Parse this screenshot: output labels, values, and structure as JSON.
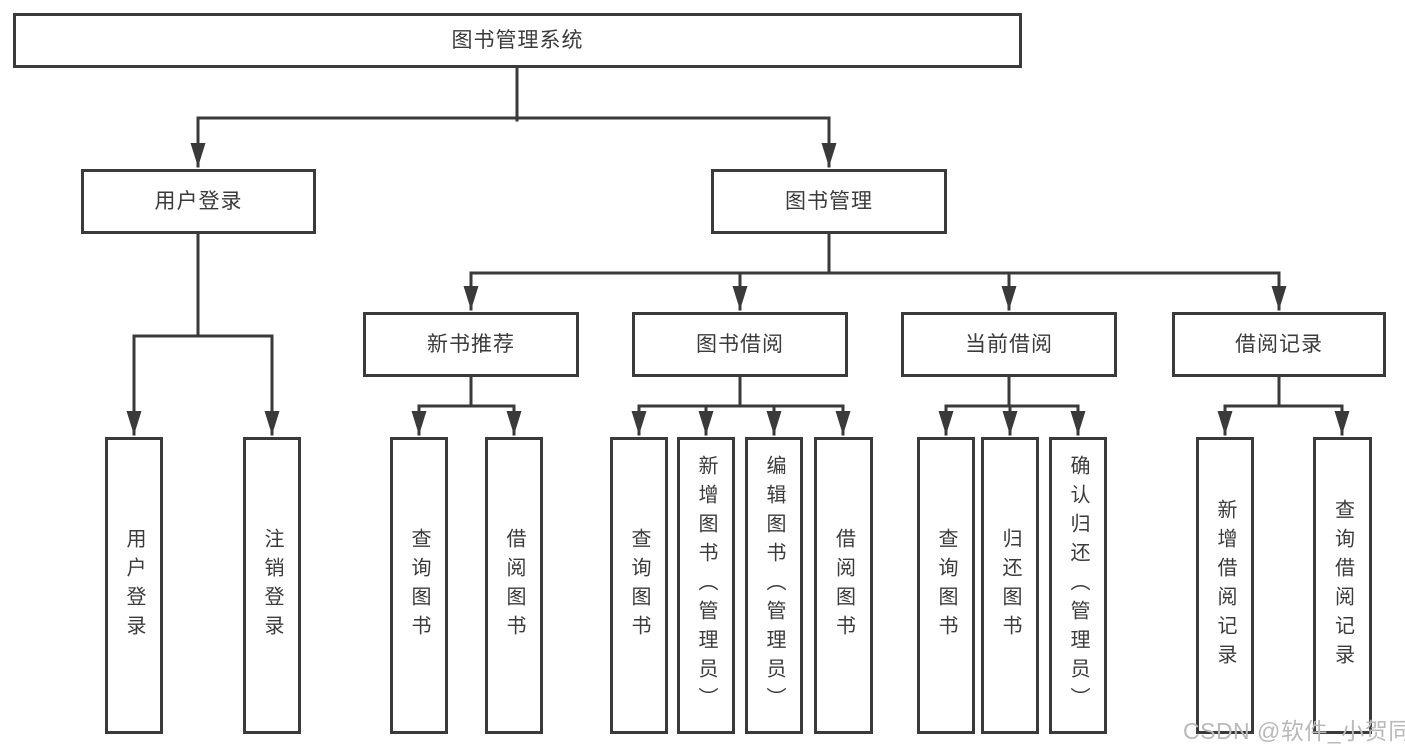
{
  "tree": {
    "label": "图书管理系统",
    "children": [
      {
        "label": "用户登录",
        "children": [
          {
            "label": "用户登录"
          },
          {
            "label": "注销登录"
          }
        ]
      },
      {
        "label": "图书管理",
        "children": [
          {
            "label": "新书推荐",
            "children": [
              {
                "label": "查询图书"
              },
              {
                "label": "借阅图书"
              }
            ]
          },
          {
            "label": "图书借阅",
            "children": [
              {
                "label": "查询图书"
              },
              {
                "label": "新增图书（管理员）"
              },
              {
                "label": "编辑图书（管理员）"
              },
              {
                "label": "借阅图书"
              }
            ]
          },
          {
            "label": "当前借阅",
            "children": [
              {
                "label": "查询图书"
              },
              {
                "label": "归还图书"
              },
              {
                "label": "确认归还（管理员）"
              }
            ]
          },
          {
            "label": "借阅记录",
            "children": [
              {
                "label": "新增借阅记录"
              },
              {
                "label": "查询借阅记录"
              }
            ]
          }
        ]
      }
    ]
  },
  "watermark": {
    "text": "CSDN @软件_小贺同学"
  },
  "colors": {
    "line": "#3a3a3a",
    "box_border": "#3a3a3a",
    "box_fill": "#ffffff",
    "text": "#3b3b3b",
    "watermark": "#b9b9b9",
    "background": "#ffffff"
  }
}
